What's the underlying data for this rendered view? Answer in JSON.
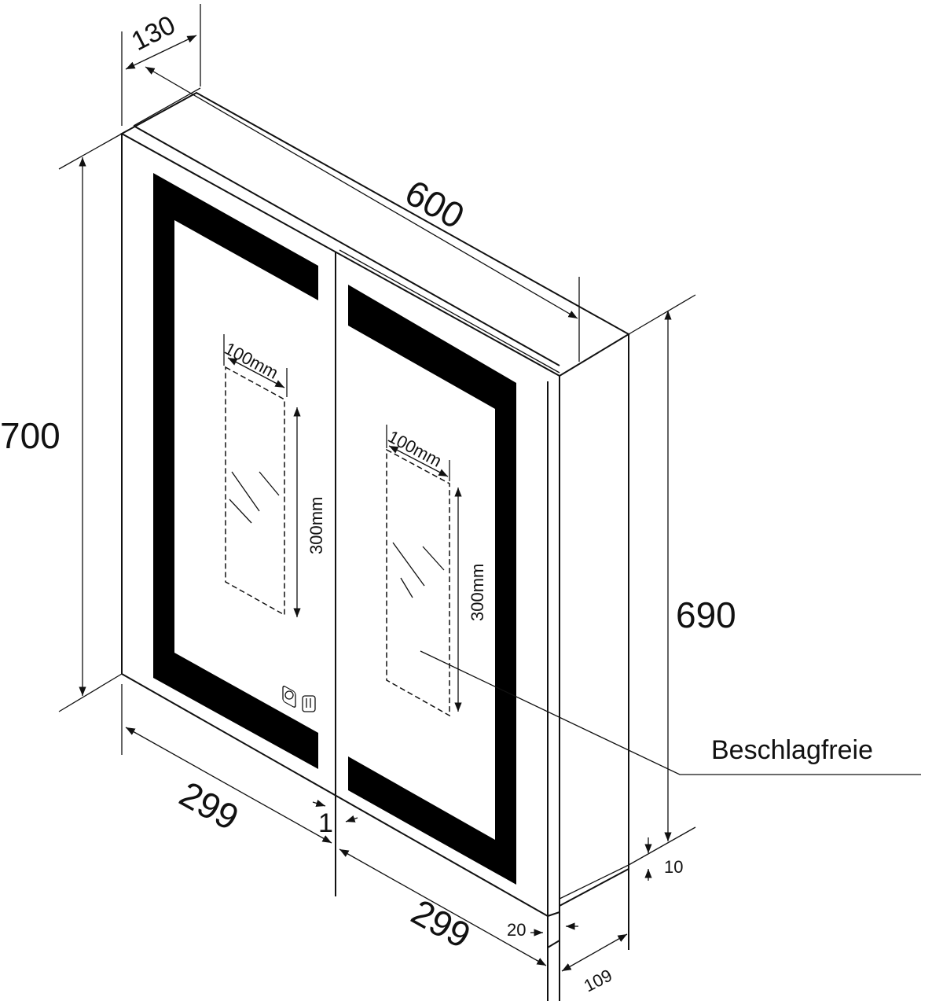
{
  "dimensions": {
    "depth_top": "130",
    "width_total": "600",
    "height_total": "700",
    "height_side": "690",
    "door_left_width": "299",
    "door_right_width": "299",
    "door_gap": "1",
    "frame_offset": "20",
    "side_depth": "109",
    "bottom_gap": "10",
    "antifog_width_left": "100mm",
    "antifog_height_left": "300mm",
    "antifog_width_right": "100mm",
    "antifog_height_right": "300mm"
  },
  "labels": {
    "antifog": "Beschlagfreie"
  },
  "colors": {
    "line": "#111111",
    "led": "#000000"
  }
}
